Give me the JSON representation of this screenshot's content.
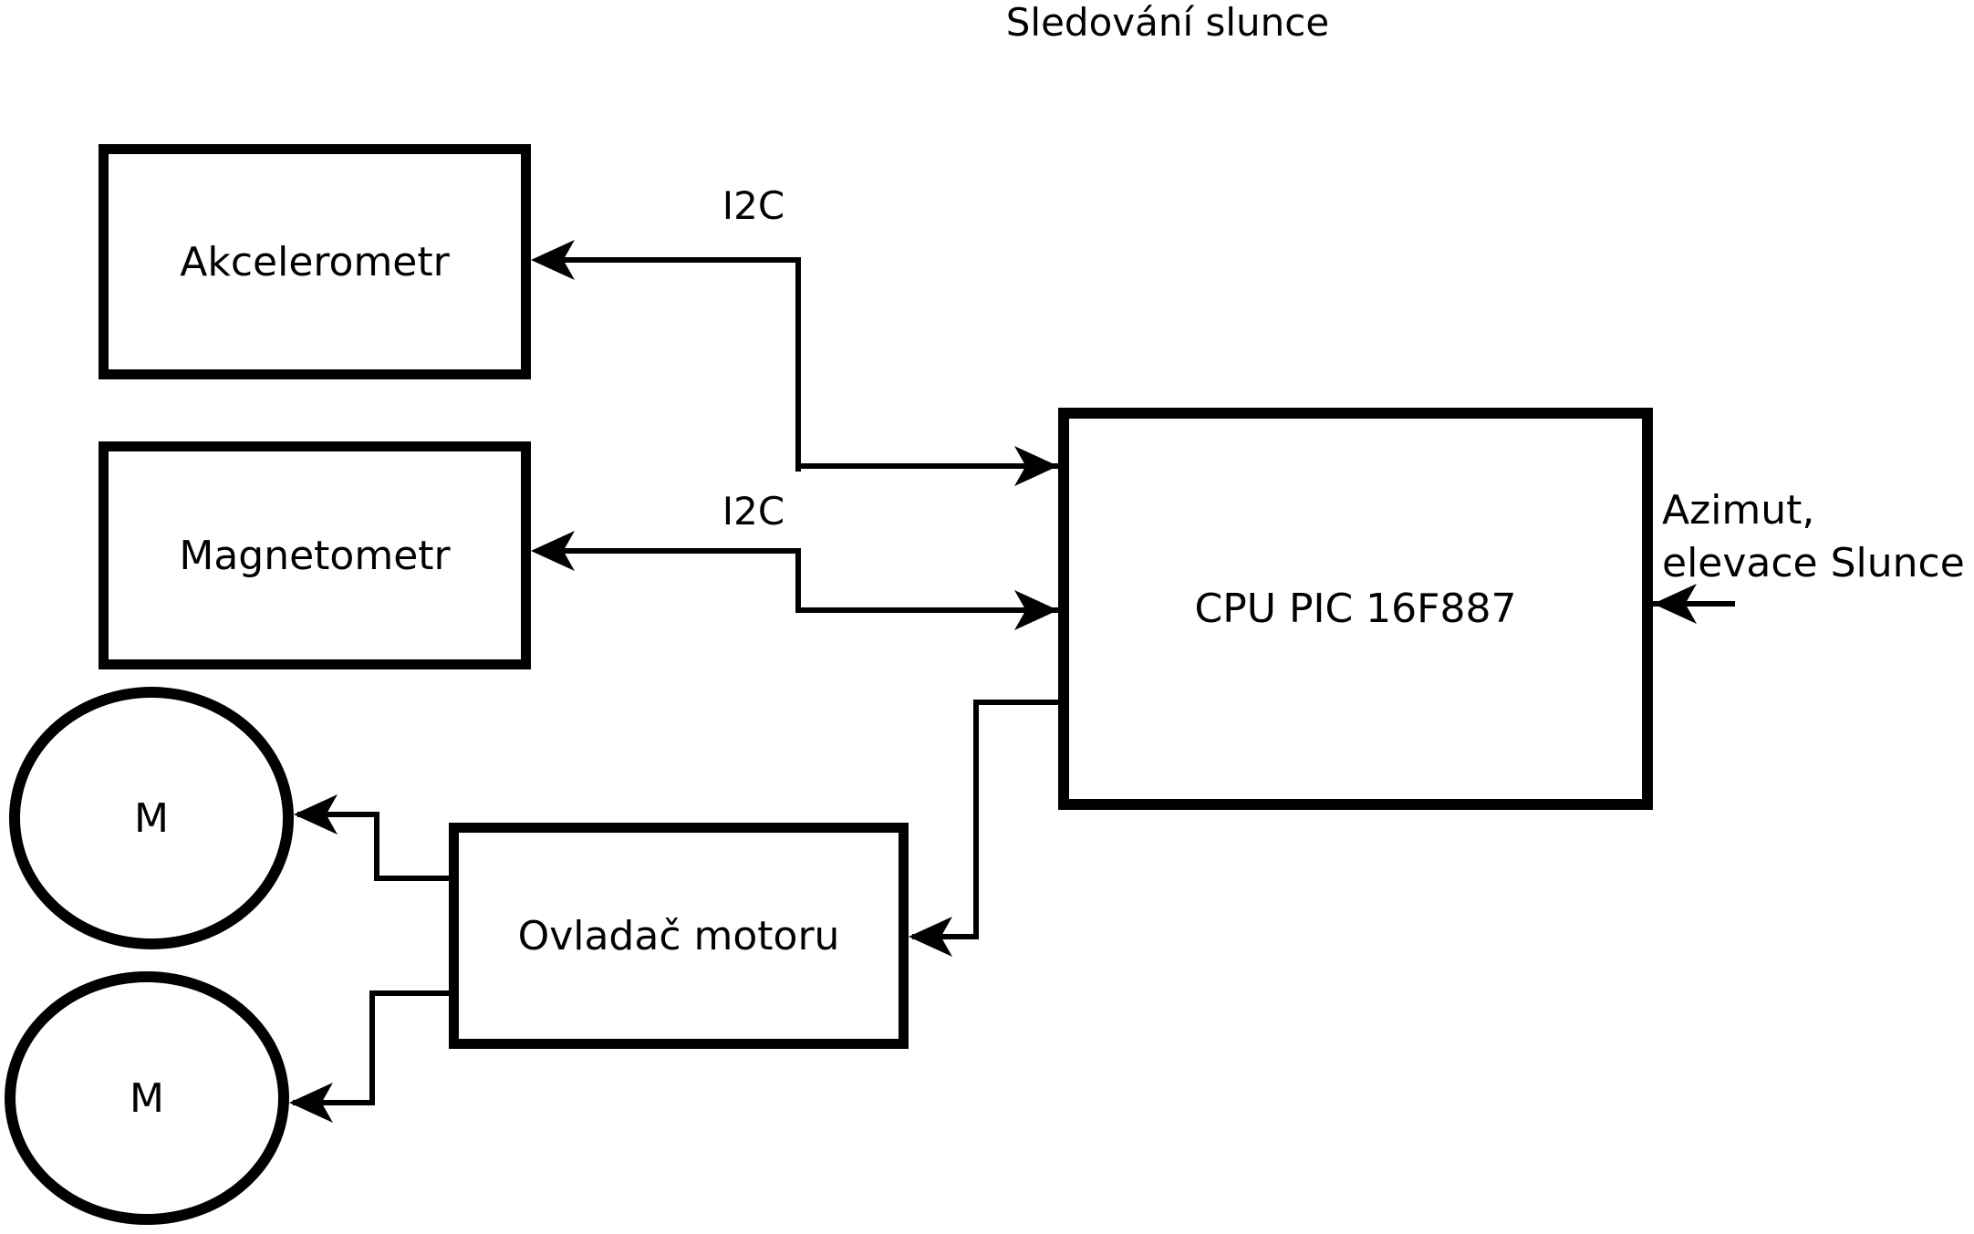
{
  "title": "Sledování slunce",
  "blocks": {
    "akcelerometr": {
      "label": "Akcelerometr"
    },
    "magnetometr": {
      "label": "Magnetometr"
    },
    "cpu": {
      "label": "CPU PIC 16F887"
    },
    "ovladac": {
      "label": "Ovladač motoru"
    },
    "motor1": {
      "label": "M"
    },
    "motor2": {
      "label": "M"
    }
  },
  "labels": {
    "i2c_top": "I2C",
    "i2c_bottom": "I2C",
    "azimut_line1": "Azimut,",
    "azimut_line2": "elevace Slunce"
  },
  "connections": [
    {
      "from": "CPU PIC 16F887",
      "to": "Akcelerometr",
      "label": "I2C",
      "bidirectional": true
    },
    {
      "from": "CPU PIC 16F887",
      "to": "Magnetometr",
      "label": "I2C",
      "bidirectional": true
    },
    {
      "from": "CPU PIC 16F887",
      "to": "Ovladač motoru",
      "label": "",
      "bidirectional": false
    },
    {
      "from": "Ovladač motoru",
      "to": "M (motor 1)",
      "label": "",
      "bidirectional": false
    },
    {
      "from": "Ovladač motoru",
      "to": "M (motor 2)",
      "label": "",
      "bidirectional": false
    },
    {
      "from": "Azimut, elevace Slunce",
      "to": "CPU PIC 16F887",
      "label": "",
      "bidirectional": false
    }
  ],
  "colors": {
    "ink": "#000000",
    "paper": "#ffffff"
  }
}
